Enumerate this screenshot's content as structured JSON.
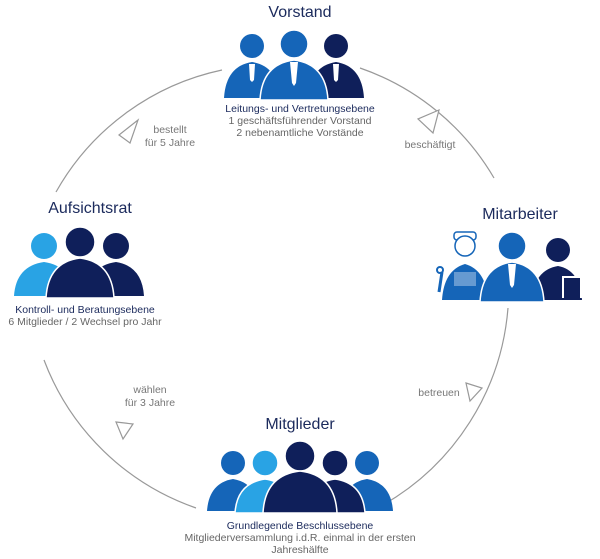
{
  "colors": {
    "dark": "#0f1f5a",
    "mid": "#1565b8",
    "light": "#29a3e4",
    "text": "#1b2a5c",
    "gray": "#777777"
  },
  "nodes": {
    "vorstand": {
      "title": "Vorstand",
      "line1": "Leitungs- und Vertretungsebene",
      "line2": "1 geschäftsführender Vorstand",
      "line3": "2 nebenamtliche Vorstände"
    },
    "aufsichtsrat": {
      "title": "Aufsichtsrat",
      "line1": "Kontroll- und Beratungsebene",
      "line2": "6 Mitglieder / 2 Wechsel pro Jahr"
    },
    "mitarbeiter": {
      "title": "Mitarbeiter"
    },
    "mitglieder": {
      "title": "Mitglieder",
      "line1": "Grundlegende Beschlussebene",
      "line2": "Mitgliederversammlung i.d.R. einmal in der ersten",
      "line3": "Jahreshälfte"
    }
  },
  "edges": {
    "bestellt": {
      "line1": "bestellt",
      "line2": "für 5 Jahre"
    },
    "beschaeftigt": {
      "line1": "beschäftigt"
    },
    "betreuen": {
      "line1": "betreuen"
    },
    "waehlen": {
      "line1": "wählen",
      "line2": "für 3 Jahre"
    }
  }
}
